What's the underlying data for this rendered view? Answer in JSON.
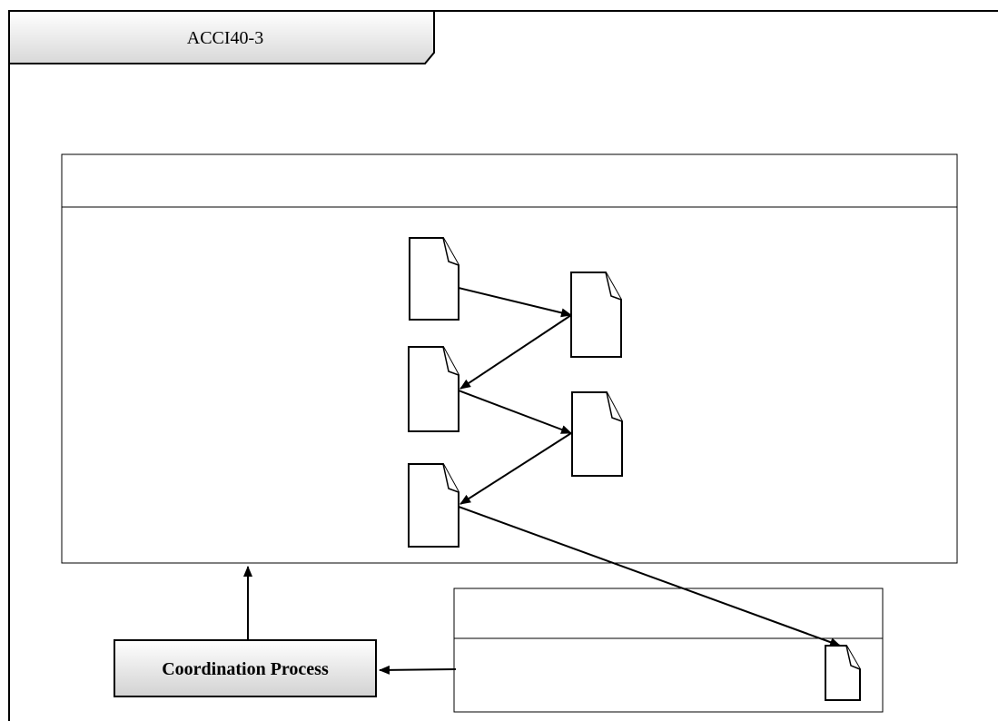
{
  "frame": {
    "tab_label": "ACCI40-3"
  },
  "process": {
    "label": "Coordination Process"
  },
  "colors": {
    "stroke": "#000000",
    "process_fill_top": "#ffffff",
    "process_fill_bottom": "#d4d4d4",
    "tab_fill_top": "#ffffff",
    "tab_fill_bottom": "#d8d8d8"
  },
  "icons": {
    "document": "document-icon",
    "arrow": "arrow"
  }
}
